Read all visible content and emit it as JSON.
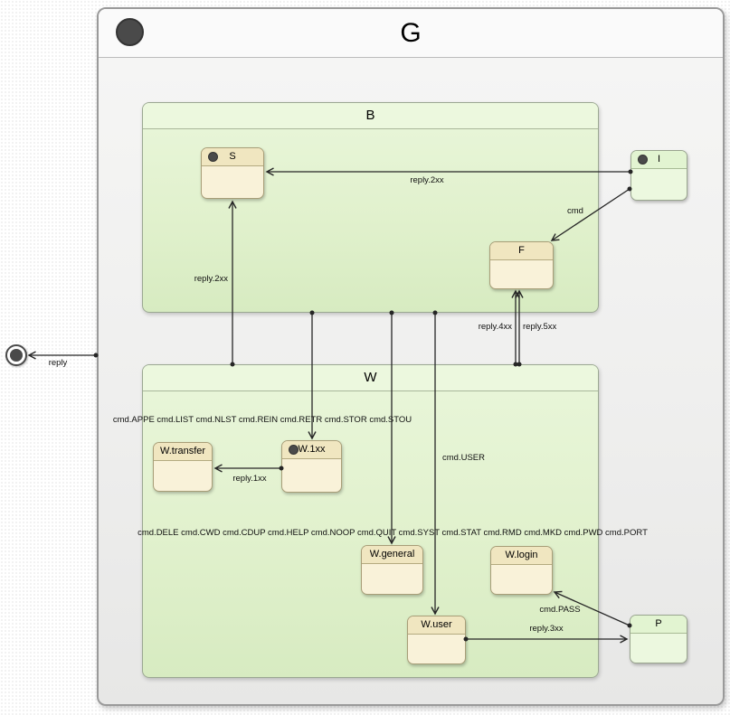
{
  "diagram": {
    "states": {
      "G": {
        "label": "G",
        "kind": "root",
        "has_dot_icon": true
      },
      "B": {
        "label": "B",
        "kind": "composite"
      },
      "W": {
        "label": "W",
        "kind": "composite"
      },
      "S": {
        "label": "S",
        "kind": "simple",
        "has_dot_icon": true
      },
      "I": {
        "label": "I",
        "kind": "simple-green",
        "has_dot_icon": true
      },
      "F": {
        "label": "F",
        "kind": "simple",
        "has_dot_icon": false
      },
      "W_transfer": {
        "label": "W.transfer",
        "kind": "simple",
        "has_dot_icon": false
      },
      "W_1xx": {
        "label": "W.1xx",
        "kind": "simple",
        "has_dot_icon": true
      },
      "W_general": {
        "label": "W.general",
        "kind": "simple",
        "has_dot_icon": false
      },
      "W_login": {
        "label": "W.login",
        "kind": "simple",
        "has_dot_icon": false
      },
      "W_user": {
        "label": "W.user",
        "kind": "simple",
        "has_dot_icon": false
      },
      "P": {
        "label": "P",
        "kind": "simple-green",
        "has_dot_icon": false
      }
    },
    "transitions": {
      "i_to_s": {
        "from": "I",
        "to": "S",
        "label": "reply.2xx"
      },
      "i_to_f": {
        "from": "I",
        "to": "F",
        "label": "cmd"
      },
      "w_to_s": {
        "from": "W",
        "to": "S",
        "label": "reply.2xx"
      },
      "w_to_f_4xx": {
        "from": "W",
        "to": "F",
        "label": "reply.4xx"
      },
      "w_to_f_5xx": {
        "from": "W",
        "to": "F",
        "label": "reply.5xx"
      },
      "b_to_w1xx": {
        "from": "B",
        "to": "W.1xx",
        "label": "cmd.APPE cmd.LIST cmd.NLST cmd.REIN cmd.RETR cmd.STOR cmd.STOU"
      },
      "b_to_wgeneral": {
        "from": "B",
        "to": "W.general",
        "label": "cmd.DELE cmd.CWD cmd.CDUP cmd.HELP cmd.NOOP cmd.QUIT cmd.SYST cmd.STAT cmd.RMD cmd.MKD cmd.PWD cmd.PORT"
      },
      "b_to_wuser": {
        "from": "B",
        "to": "W.user",
        "label": "cmd.USER"
      },
      "w1xx_to_wtransfer": {
        "from": "W.1xx",
        "to": "W.transfer",
        "label": "reply.1xx"
      },
      "wuser_to_p": {
        "from": "W.user",
        "to": "P",
        "label": "reply.3xx"
      },
      "p_to_wlogin": {
        "from": "P",
        "to": "W.login",
        "label": "cmd.PASS"
      },
      "g_to_final": {
        "from": "G",
        "to": "final-state",
        "label": "reply"
      }
    },
    "colors": {
      "state_fill": "#f9f2d9",
      "state_header": "#f0e6c0",
      "state_border": "#a89e78",
      "green_state_fill": "#ecf8df",
      "green_state_header": "#e2f4d1",
      "composite_fill_top": "#e9f6da",
      "composite_fill_bottom": "#d7ebc1",
      "root_fill": "#efefee",
      "arrow": "#262626",
      "dot_icon": "#4a4a4a"
    }
  }
}
